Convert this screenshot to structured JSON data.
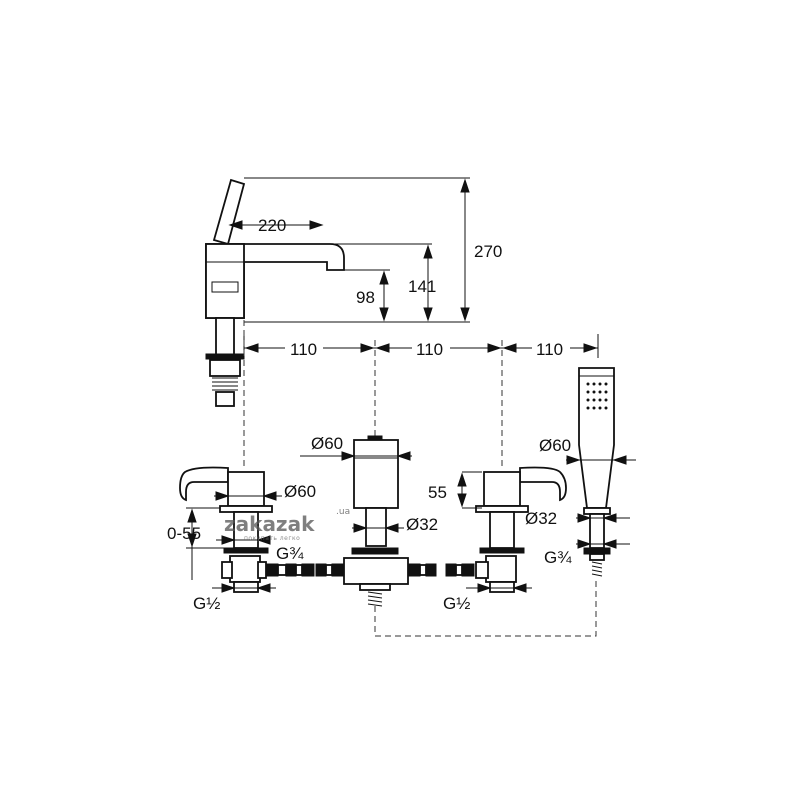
{
  "dimensions": {
    "d220": "220",
    "d270": "270",
    "d141": "141",
    "d98": "98",
    "d110a": "110",
    "d110b": "110",
    "d110c": "110",
    "d60_center": "Ø60",
    "d60_left": "Ø60",
    "d60_right": "Ø60",
    "d32_center": "Ø32",
    "d32_right": "Ø32",
    "d55": "55",
    "d0_55": "0-55",
    "g34_left": "G¾",
    "g34_right": "G¾",
    "g12_left": "G½",
    "g12_right": "G½"
  },
  "watermark": {
    "brand": "zakazak",
    "tld": ".ua",
    "slogan": "покупать легко"
  },
  "colors": {
    "line": "#111111",
    "background": "#ffffff"
  }
}
